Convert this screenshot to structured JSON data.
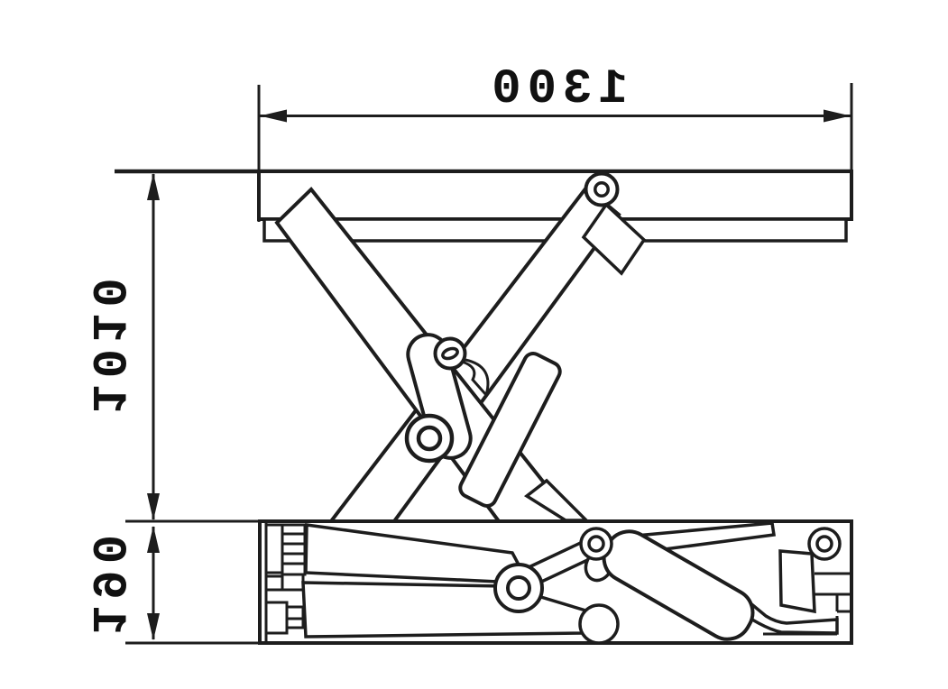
{
  "diagram": {
    "type": "technical-drawing",
    "subject": "scissor-lift-side-view",
    "line_color": "#1d1d1d",
    "background_color": "#ffffff",
    "dimension_labels": {
      "platform_width": "1300",
      "raised_height": "1010",
      "folded_height": "190"
    }
  }
}
